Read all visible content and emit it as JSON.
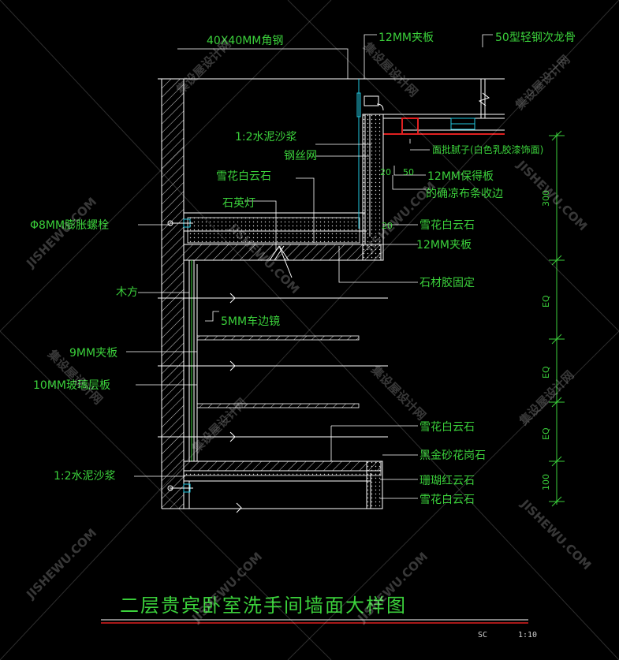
{
  "drawing": {
    "title": "二层贵宾卧室洗手间墙面大样图",
    "scale_code": "SC",
    "scale_ratio": "1:10"
  },
  "labels": {
    "angle_steel": "40X40MM角钢",
    "plywood_12_top": "12MM夹板",
    "light_keel": "50型轻钢次龙骨",
    "cement_mortar_top": "1:2水泥沙浆",
    "wire_mesh": "钢丝网",
    "ceiling_finish": "面批腻子(白色乳胶漆饰面)",
    "board_12": "12MM保得板",
    "snow_marble_top": "雪花白云石",
    "edge_strip": "的确凉布条收边",
    "quartz_lamp": "石英灯",
    "snow_marble_mid": "雪花白云石",
    "expansion_bolt": "Φ8MM膨胀螺栓",
    "plywood_12_mid": "12MM夹板",
    "stone_glue": "石材胶固定",
    "wood_batten": "木方",
    "mirror_5mm": "5MM车边镜",
    "plywood_9": "9MM夹板",
    "glass_shelf": "10MM玻璃层板",
    "snow_marble_low": "雪花白云石",
    "black_granite": "黑金砂花岗石",
    "coral_marble": "珊瑚红云石",
    "snow_marble_bottom": "雪花白云石",
    "cement_mortar_bottom": "1:2水泥沙浆"
  },
  "dimensions": {
    "d20_a": "20",
    "d50": "50",
    "d20_b": "20",
    "v300": "300",
    "veq1": "EQ",
    "veq2": "EQ",
    "veq3": "EQ",
    "v100": "100"
  },
  "watermark": {
    "cn": "集设屋设计网",
    "en": "JISHEWU.COM"
  }
}
